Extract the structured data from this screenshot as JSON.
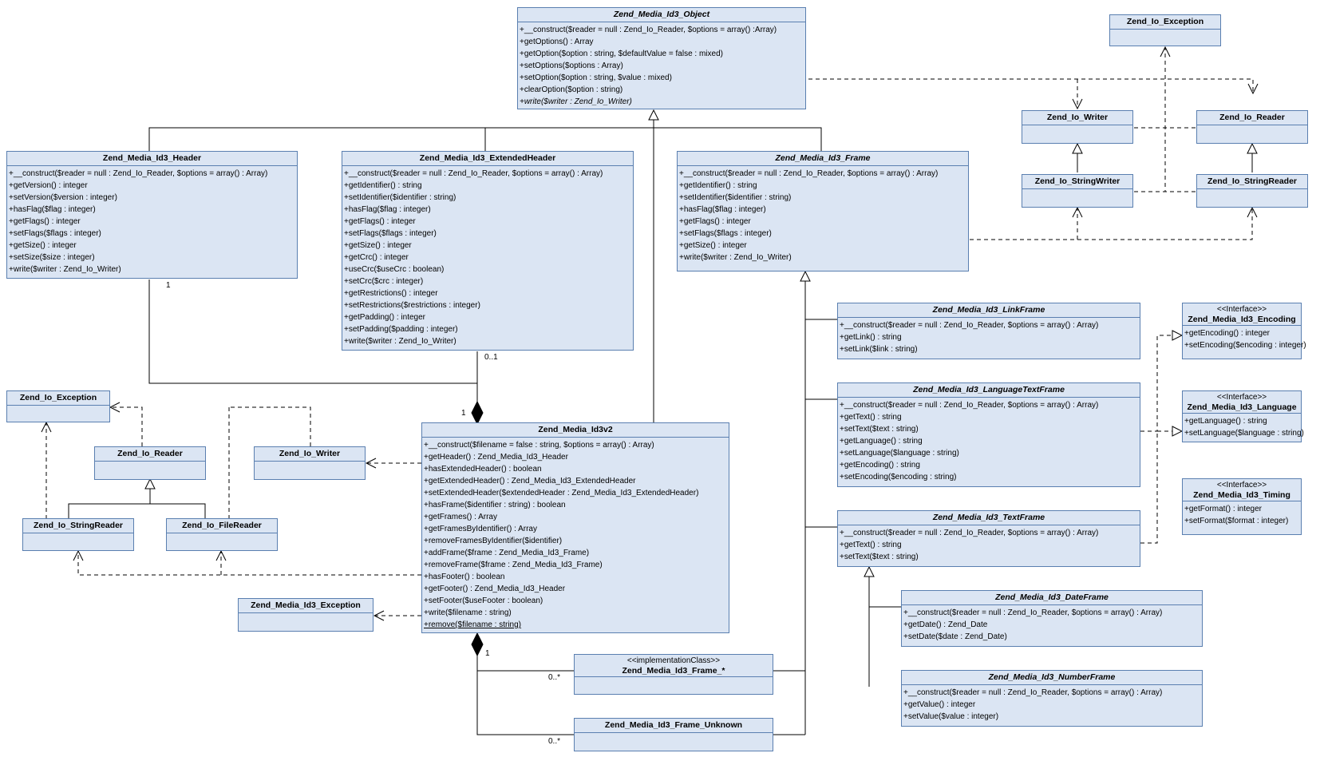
{
  "classes": [
    {
      "id": "obj",
      "name": "Zend_Media_Id3_Object",
      "abstract": true,
      "ops": [
        "+__construct($reader = null : Zend_Io_Reader, $options = array() :Array)",
        "+getOptions() : Array",
        "+getOption($option : string, $defaultValue = false : mixed)",
        "+setOptions($options : Array)",
        "+setOption($option : string, $value : mixed)",
        "+clearOption($option : string)",
        "+write($writer : Zend_Io_Writer)"
      ],
      "italic_ops": [
        6
      ]
    },
    {
      "id": "exTR",
      "name": "Zend_Io_Exception",
      "ops": []
    },
    {
      "id": "wrTR",
      "name": "Zend_Io_Writer",
      "ops": []
    },
    {
      "id": "rdTR",
      "name": "Zend_Io_Reader",
      "ops": []
    },
    {
      "id": "swTR",
      "name": "Zend_Io_StringWriter",
      "ops": []
    },
    {
      "id": "srTR",
      "name": "Zend_Io_StringReader",
      "ops": []
    },
    {
      "id": "hdr",
      "name": "Zend_Media_Id3_Header",
      "ops": [
        "+__construct($reader = null : Zend_Io_Reader, $options = array() : Array)",
        "+getVersion() : integer",
        "+setVersion($version : integer)",
        "+hasFlag($flag : integer)",
        "+getFlags() : integer",
        "+setFlags($flags : integer)",
        "+getSize() : integer",
        "+setSize($size : integer)",
        "+write($writer : Zend_Io_Writer)"
      ]
    },
    {
      "id": "ext",
      "name": "Zend_Media_Id3_ExtendedHeader",
      "ops": [
        "+__construct($reader = null : Zend_Io_Reader, $options = array() : Array)",
        "+getIdentifier() : string",
        "+setIdentifier($identifier : string)",
        "+hasFlag($flag : integer)",
        "+getFlags() : integer",
        "+setFlags($flags : integer)",
        "+getSize() : integer",
        "+getCrc() : integer",
        "+useCrc($useCrc : boolean)",
        "+setCrc($crc : integer)",
        "+getRestrictions() : integer",
        "+setRestrictions($restrictions : integer)",
        "+getPadding() : integer",
        "+setPadding($padding : integer)",
        "+write($writer : Zend_Io_Writer)"
      ]
    },
    {
      "id": "frm",
      "name": "Zend_Media_Id3_Frame",
      "abstract": true,
      "ops": [
        "+__construct($reader = null : Zend_Io_Reader, $options = array() : Array)",
        "+getIdentifier() : string",
        "+setIdentifier($identifier : string)",
        "+hasFlag($flag : integer)",
        "+getFlags() : integer",
        "+setFlags($flags : integer)",
        "+getSize() : integer",
        "+write($writer : Zend_Io_Writer)"
      ]
    },
    {
      "id": "lnk",
      "name": "Zend_Media_Id3_LinkFrame",
      "abstract": true,
      "ops": [
        "+__construct($reader = null : Zend_Io_Reader, $options = array() : Array)",
        "+getLink() : string",
        "+setLink($link : string)"
      ]
    },
    {
      "id": "enc",
      "name": "Zend_Media_Id3_Encoding",
      "stereotype": "<<Interface>>",
      "ops": [
        "+getEncoding() : integer",
        "+setEncoding($encoding : integer)"
      ]
    },
    {
      "id": "ltf",
      "name": "Zend_Media_Id3_LanguageTextFrame",
      "abstract": true,
      "ops": [
        "+__construct($reader = null : Zend_Io_Reader, $options = array() : Array)",
        "+getText() : string",
        "+setText($text : string)",
        "+getLanguage() : string",
        "+setLanguage($language : string)",
        "+getEncoding() : string",
        "+setEncoding($encoding : string)"
      ]
    },
    {
      "id": "lng",
      "name": "Zend_Media_Id3_Language",
      "stereotype": "<<Interface>>",
      "ops": [
        "+getLanguage() : string",
        "+setLanguage($language : string)"
      ]
    },
    {
      "id": "tim",
      "name": "Zend_Media_Id3_Timing",
      "stereotype": "<<Interface>>",
      "ops": [
        "+getFormat() : integer",
        "+setFormat($format : integer)"
      ]
    },
    {
      "id": "txt",
      "name": "Zend_Media_Id3_TextFrame",
      "abstract": true,
      "ops": [
        "+__construct($reader = null : Zend_Io_Reader, $options = array() : Array)",
        "+getText() : string",
        "+setText($text : string)"
      ]
    },
    {
      "id": "dat",
      "name": "Zend_Media_Id3_DateFrame",
      "abstract": true,
      "ops": [
        "+__construct($reader = null : Zend_Io_Reader, $options = array() : Array)",
        "+getDate() : Zend_Date",
        "+setDate($date : Zend_Date)"
      ]
    },
    {
      "id": "num",
      "name": "Zend_Media_Id3_NumberFrame",
      "abstract": true,
      "ops": [
        "+__construct($reader = null : Zend_Io_Reader, $options = array() : Array)",
        "+getValue() : integer",
        "+setValue($value : integer)"
      ]
    },
    {
      "id": "exL",
      "name": "Zend_Io_Exception",
      "ops": []
    },
    {
      "id": "rdL",
      "name": "Zend_Io_Reader",
      "ops": []
    },
    {
      "id": "wrL",
      "name": "Zend_Io_Writer",
      "ops": []
    },
    {
      "id": "srL",
      "name": "Zend_Io_StringReader",
      "ops": []
    },
    {
      "id": "frL",
      "name": "Zend_Io_FileReader",
      "ops": []
    },
    {
      "id": "mex",
      "name": "Zend_Media_Id3_Exception",
      "ops": []
    },
    {
      "id": "v2",
      "name": "Zend_Media_Id3v2",
      "ops": [
        "+__construct($filename = false : string, $options = array() : Array)",
        "+getHeader() : Zend_Media_Id3_Header",
        "+hasExtendedHeader() : boolean",
        "+getExtendedHeader() : Zend_Media_Id3_ExtendedHeader",
        "+setExtendedHeader($extendedHeader : Zend_Media_Id3_ExtendedHeader)",
        "+hasFrame($identifier : string) : boolean",
        "+getFrames() : Array",
        "+getFramesByIdentifier() : Array",
        "+removeFramesByIdentifier($identifier)",
        "+addFrame($frame : Zend_Media_Id3_Frame)",
        "+removeFrame($frame : Zend_Media_Id3_Frame)",
        "+hasFooter() : boolean",
        "+getFooter() : Zend_Media_Id3_Header",
        "+setFooter($useFooter : boolean)",
        "+write($filename : string)",
        "+remove($filename : string)"
      ],
      "underline_ops": [
        15
      ]
    },
    {
      "id": "fst",
      "name": "Zend_Media_Id3_Frame_*",
      "stereotype": "<<implementationClass>>",
      "ops": []
    },
    {
      "id": "unk",
      "name": "Zend_Media_Id3_Frame_Unknown",
      "ops": []
    }
  ],
  "multiplicities": {
    "hdr_end": "1",
    "ext_end": "0..1",
    "v2_agg_top": "1",
    "v2_agg_bottom": "1",
    "fst_end": "0..*",
    "unk_end": "0..*"
  },
  "colors": {
    "class_fill": "#dbe5f3",
    "class_border": "#5a7fb0",
    "line": "#000000"
  }
}
